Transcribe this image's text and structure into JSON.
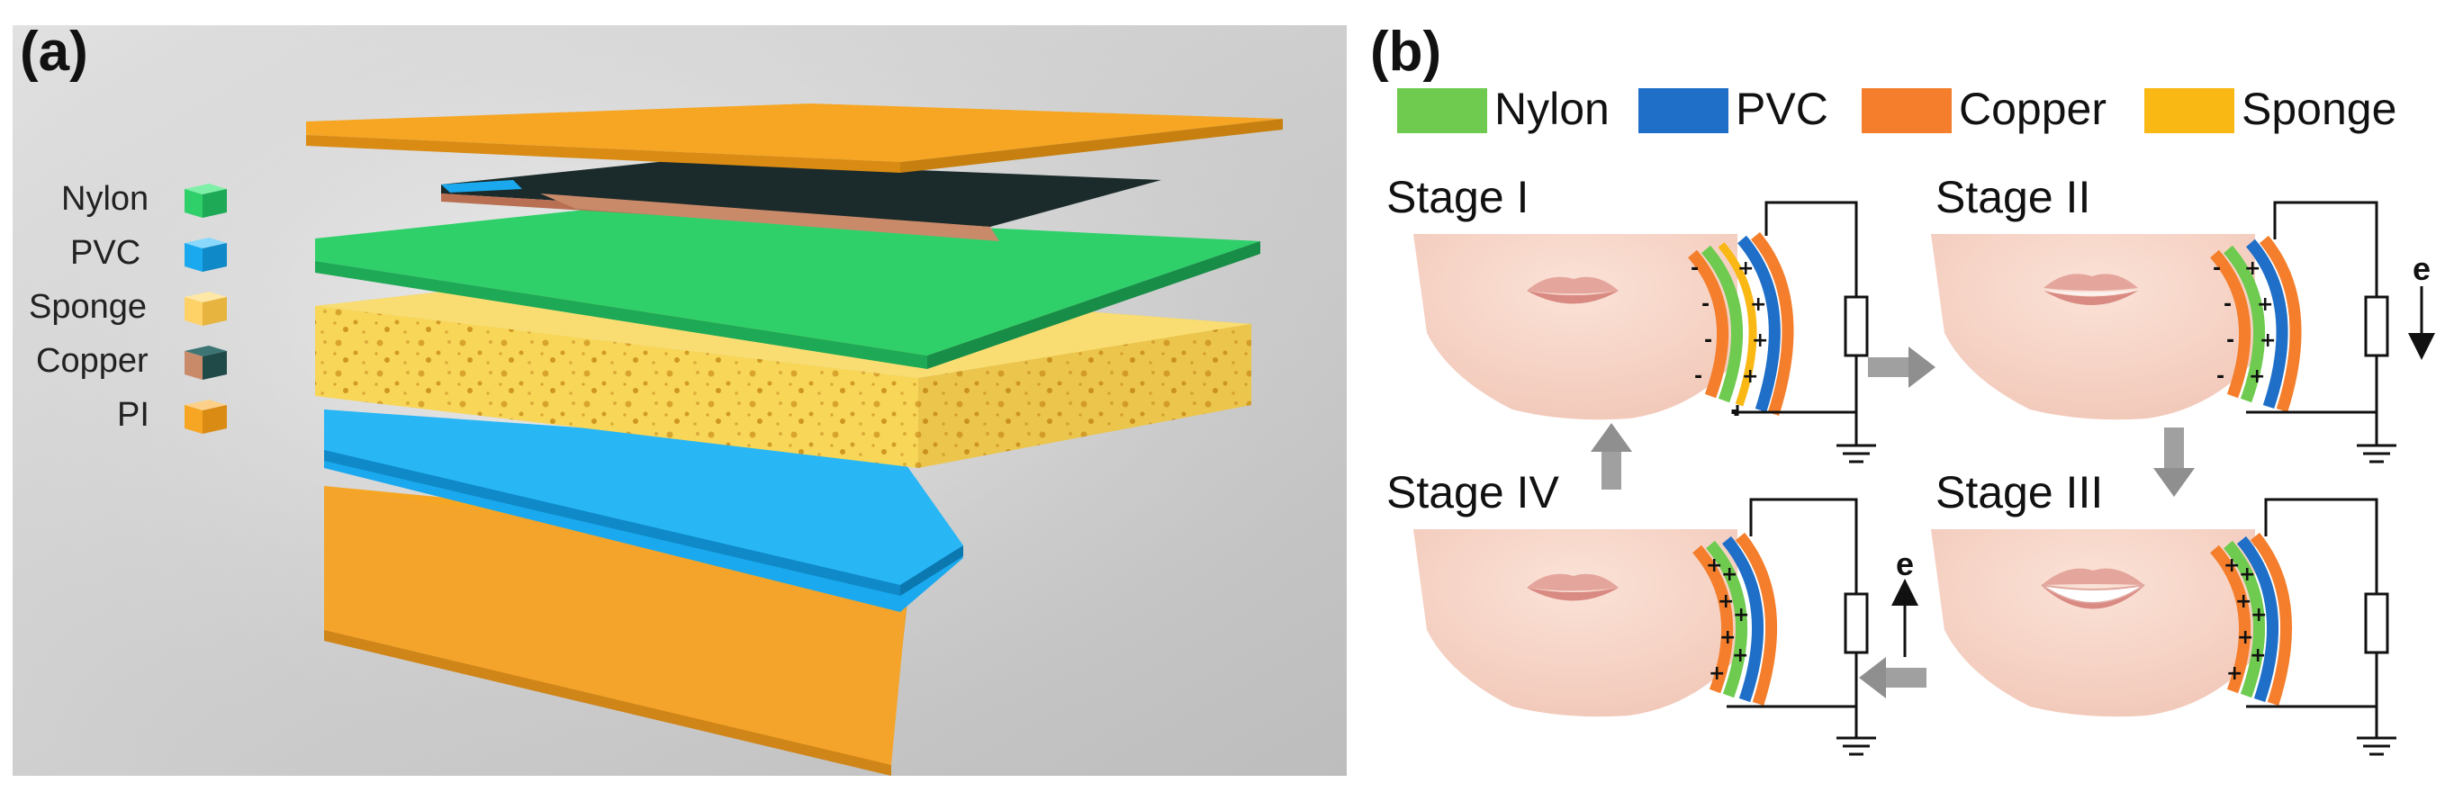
{
  "panels": {
    "a": {
      "label": "(a)"
    },
    "b": {
      "label": "(b)"
    }
  },
  "layers_legend": [
    {
      "name": "Nylon",
      "color": "#2fd06a"
    },
    {
      "name": "PVC",
      "color": "#1aa9ee"
    },
    {
      "name": "Sponge",
      "color": "#ffd267"
    },
    {
      "name": "Copper",
      "color": "#1f4a48"
    },
    {
      "name": "PI",
      "color": "#f6a623"
    }
  ],
  "material_legend": [
    {
      "name": "Nylon",
      "color": "#6ecb4f"
    },
    {
      "name": "PVC",
      "color": "#1f6fc8"
    },
    {
      "name": "Copper",
      "color": "#f47e2c"
    },
    {
      "name": "Sponge",
      "color": "#f9b814"
    }
  ],
  "stages": {
    "s1": {
      "label": "Stage I"
    },
    "s2": {
      "label": "Stage II"
    },
    "s3": {
      "label": "Stage III"
    },
    "s4": {
      "label": "Stage IV"
    }
  },
  "electron_label_s2": "e",
  "electron_label_s4": "e",
  "colors": {
    "pi": "#f6a623",
    "nylon": "#2fd06a",
    "pvc": "#1aa9ee",
    "sponge": "#f5cf4a",
    "copper": "#c98a6a",
    "skin": "#f6d2c4",
    "lips": "#e09a92",
    "arrow": "#9e9e9e"
  }
}
